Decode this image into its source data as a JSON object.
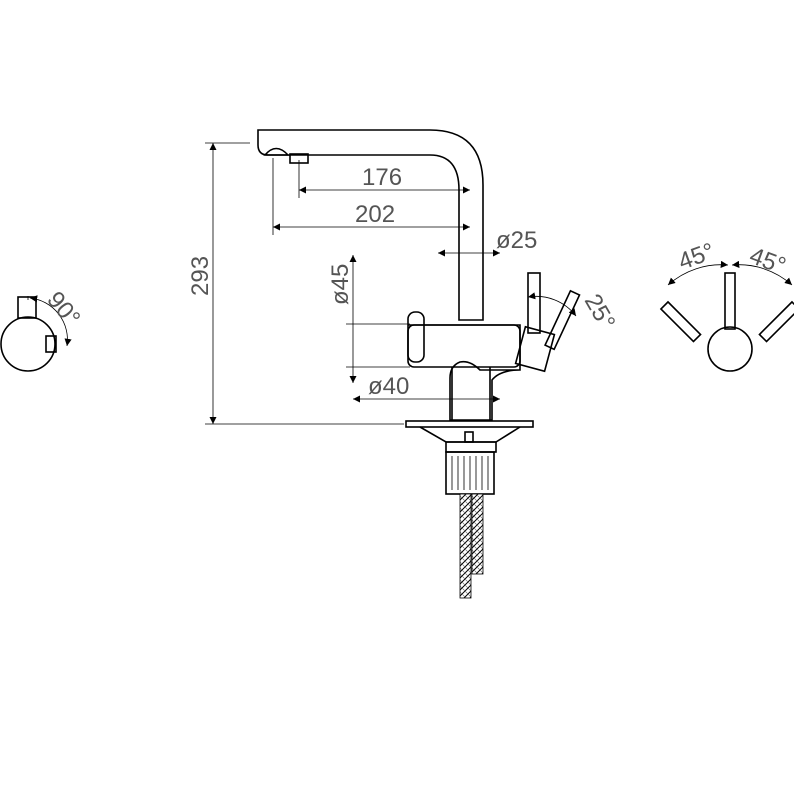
{
  "dimensions": {
    "height_total": "293",
    "reach_aerator": "176",
    "reach_total": "202",
    "spout_diameter": "ø25",
    "body_diameter": "ø45",
    "base_diameter": "ø40"
  },
  "angles": {
    "side_handle_rotation": "90°",
    "lever_tilt": "25°",
    "left_swing": "45°",
    "right_swing": "45°"
  }
}
